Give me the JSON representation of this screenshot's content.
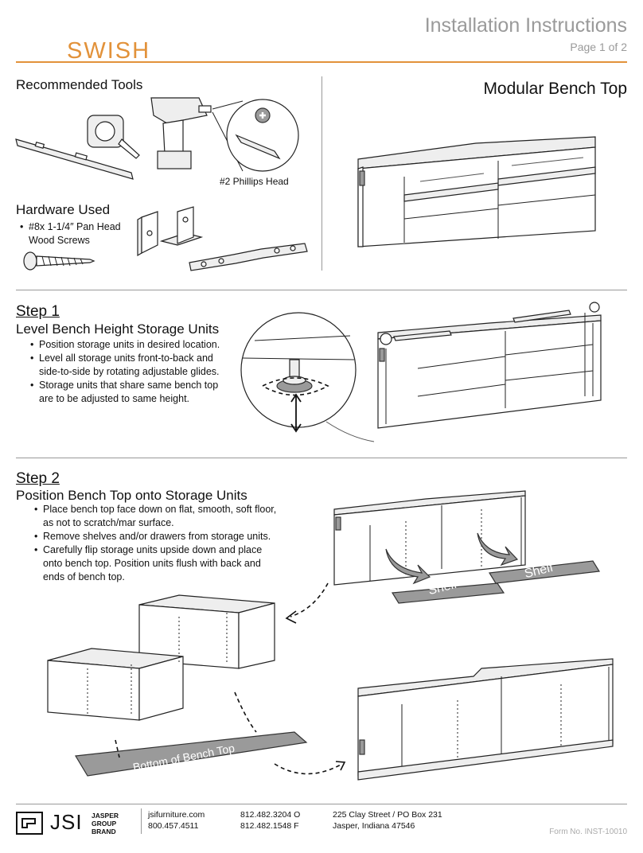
{
  "header": {
    "title": "Installation Instructions",
    "page": "Page 1 of 2",
    "brand": "SWISH"
  },
  "product_title": "Modular Bench Top",
  "tools": {
    "heading": "Recommended Tools",
    "bit_caption": "#2 Phillips Head"
  },
  "hardware": {
    "heading": "Hardware Used",
    "items": [
      "#8x 1-1/4″ Pan Head",
      "Wood Screws"
    ]
  },
  "step1": {
    "label": "Step 1",
    "title": "Level Bench Height Storage Units",
    "bullets": [
      "Position storage units in desired location.",
      "Level all storage units front-to-back and",
      "side-to-side by rotating adjustable glides.",
      "Storage units that share same bench top",
      "are to be adjusted to same height."
    ]
  },
  "step2": {
    "label": "Step 2",
    "title": "Position Bench Top onto Storage Units",
    "bullets": [
      "Place bench top face down on flat, smooth, soft floor,",
      "as not to scratch/mar surface.",
      "Remove shelves and/or drawers from storage units.",
      "Carefully flip storage units upside down and place",
      "onto bench top. Position units flush with back and",
      "ends of bench top."
    ],
    "shelf_label": "Shelf",
    "bottom_label": "Bottom of Bench Top"
  },
  "footer": {
    "logo": "JSI",
    "group": [
      "JASPER",
      "GROUP",
      "BRAND"
    ],
    "web": "jsifurniture.com",
    "phone_toll": "800.457.4511",
    "phone_office": "812.482.3204 O",
    "phone_fax": "812.482.1548 F",
    "address1": "225 Clay Street / PO Box 231",
    "address2": "Jasper, Indiana 47546",
    "form_no": "Form No. INST-10010"
  },
  "colors": {
    "accent": "#e2923a",
    "muted": "#9a9a9a"
  }
}
